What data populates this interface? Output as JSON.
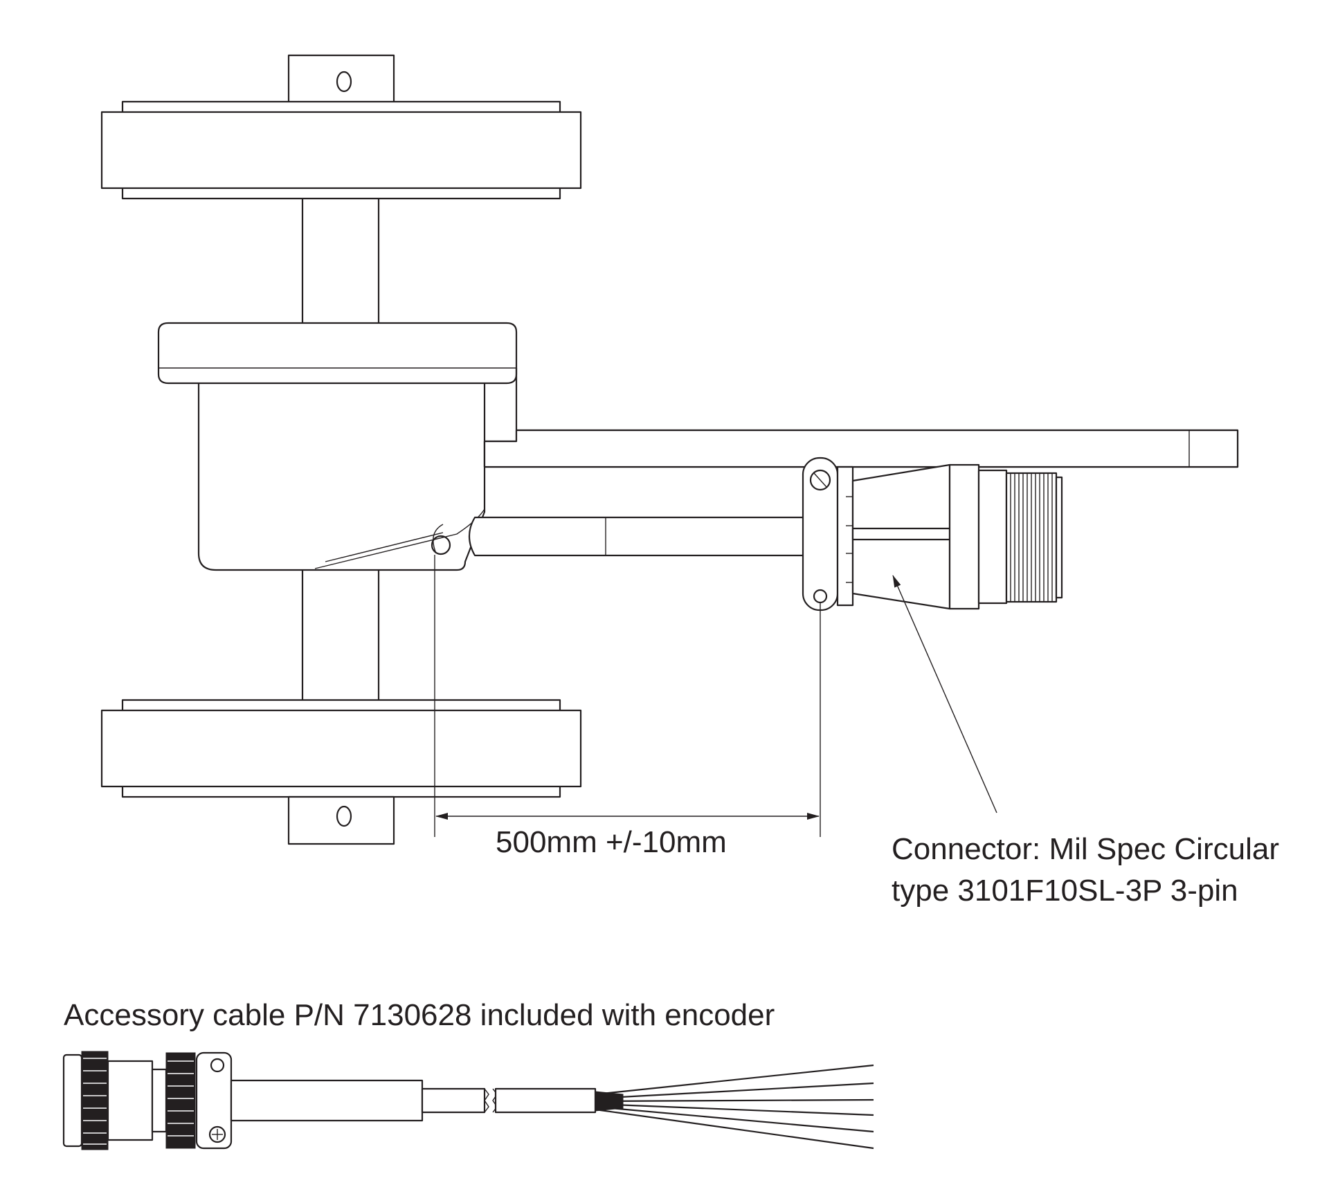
{
  "labels": {
    "dimension": "500mm +/-10mm",
    "connector_line1": "Connector: Mil Spec Circular",
    "connector_line2": "type 3101F10SL-3P 3-pin",
    "accessory": "Accessory cable P/N 7130628 included with encoder"
  },
  "colors": {
    "line": "#231f20",
    "background": "#ffffff"
  }
}
